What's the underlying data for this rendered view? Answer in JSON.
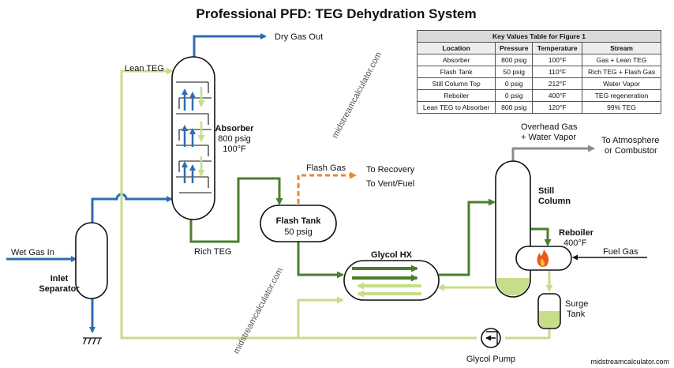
{
  "title": "Professional PFD: TEG Dehydration System",
  "watermarks": {
    "diag1": "midstreamcalculator.com",
    "diag2": "midstreamcalculator.com",
    "footer": "midstreamcalculator.com"
  },
  "streams": {
    "dry_gas_out": "Dry Gas Out",
    "lean_teg": "Lean TEG",
    "wet_gas_in": "Wet Gas In",
    "rich_teg": "Rich TEG",
    "flash_gas": "Flash Gas",
    "to_recovery": "To Recovery",
    "to_vent_fuel": "To Vent/Fuel",
    "overhead_gas_1": "Overhead Gas",
    "overhead_gas_2": "+ Water Vapor",
    "to_atmosphere_1": "To Atmosphere",
    "to_atmosphere_2": "or Combustor",
    "fuel_gas": "Fuel Gas"
  },
  "equipment": {
    "absorber": {
      "name": "Absorber",
      "pressure": "800 psig",
      "temperature": "100°F"
    },
    "flash_tank": {
      "name": "Flash Tank",
      "pressure": "50 psig"
    },
    "inlet_separator": {
      "line1": "Inlet",
      "line2": "Separator"
    },
    "glycol_hx": {
      "name": "Glycol HX"
    },
    "still_column": {
      "line1": "Still",
      "line2": "Column"
    },
    "reboiler": {
      "name": "Reboiler",
      "temperature": "400°F"
    },
    "surge_tank": {
      "line1": "Surge",
      "line2": "Tank"
    },
    "glycol_pump": {
      "name": "Glycol Pump"
    }
  },
  "colors": {
    "gas": "#2e6db3",
    "lean_teg": "#c6de8a",
    "rich_teg": "#4a7f2d",
    "vapor": "#8c8c8c",
    "flash_gas": "#e88a2b"
  },
  "key_table": {
    "caption": "Key Values Table for Figure 1",
    "headers": [
      "Location",
      "Pressure",
      "Temperature",
      "Stream"
    ],
    "rows": [
      [
        "Absorber",
        "800 psig",
        "100°F",
        "Gas + Lean TEG"
      ],
      [
        "Flash Tank",
        "50 psig",
        "110°F",
        "Rich TEG + Flash Gas"
      ],
      [
        "Still Column Top",
        "0 psig",
        "212°F",
        "Water Vapor"
      ],
      [
        "Reboiler",
        "0 psig",
        "400°F",
        "TEG regeneration"
      ],
      [
        "Lean TEG to Absorber",
        "800 psig",
        "120°F",
        "99% TEG"
      ]
    ]
  }
}
